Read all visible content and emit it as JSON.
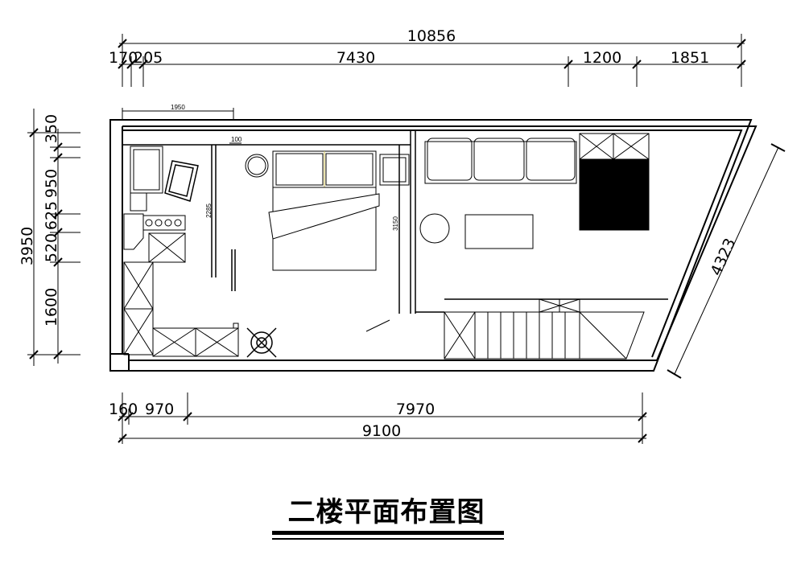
{
  "title": "二楼平面布置图",
  "dimensions": {
    "top_total": "10856",
    "top_seg_a": "170",
    "top_seg_b": "205",
    "top_seg_main": "7430",
    "top_seg_door": "1200",
    "top_seg_end": "1851",
    "left_total": "3950",
    "left_seg_a": "350",
    "left_seg_b": "950",
    "left_seg_c": "625",
    "left_seg_d": "520",
    "left_seg_e": "1600",
    "bottom_total": "9100",
    "bottom_seg_a": "160",
    "bottom_seg_b": "970",
    "bottom_seg_main": "7970",
    "diagonal": "4323",
    "inner_top": "1950",
    "inner_small": "100",
    "wardrobe_len": "2285",
    "wall_len": "3150"
  }
}
